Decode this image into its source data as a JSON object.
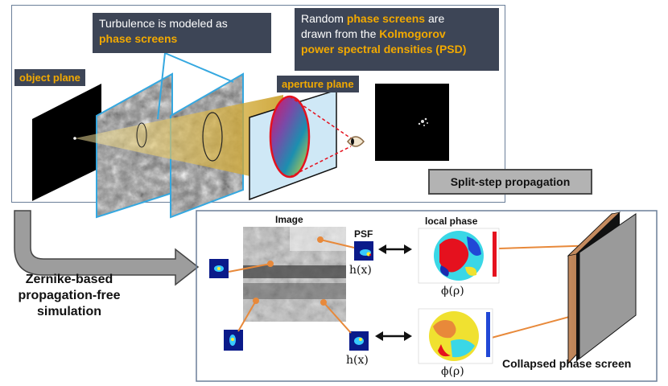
{
  "top": {
    "callout_turbulence": {
      "line1": "Turbulence is modeled as",
      "line2": "phase screens"
    },
    "callout_random": {
      "w1": "Random ",
      "hl1": "phase screens",
      "w2": " are",
      "line2a": "drawn from the ",
      "hl2": "Kolmogorov",
      "line3": "power spectral densities (PSD)"
    },
    "object_plane": "object plane",
    "aperture_plane": "aperture plane",
    "split_step": "Split-step propagation"
  },
  "bottom": {
    "zernike_label": [
      "Zernike-based",
      "propagation-free",
      "simulation"
    ],
    "image_label": "Image",
    "psf_label": "PSF",
    "local_phase_label": "local phase",
    "hx_top": "h(x)",
    "hx_bottom": "h(x)",
    "phi_top": "ϕ(ρ)",
    "phi_bottom": "ϕ(ρ)",
    "collapsed_label": "Collapsed phase screen"
  },
  "colors": {
    "accent_orange": "#f2a900",
    "callout_bg": "#3d4556",
    "panel_border": "#6b7f99",
    "connector": "#e8893a"
  }
}
